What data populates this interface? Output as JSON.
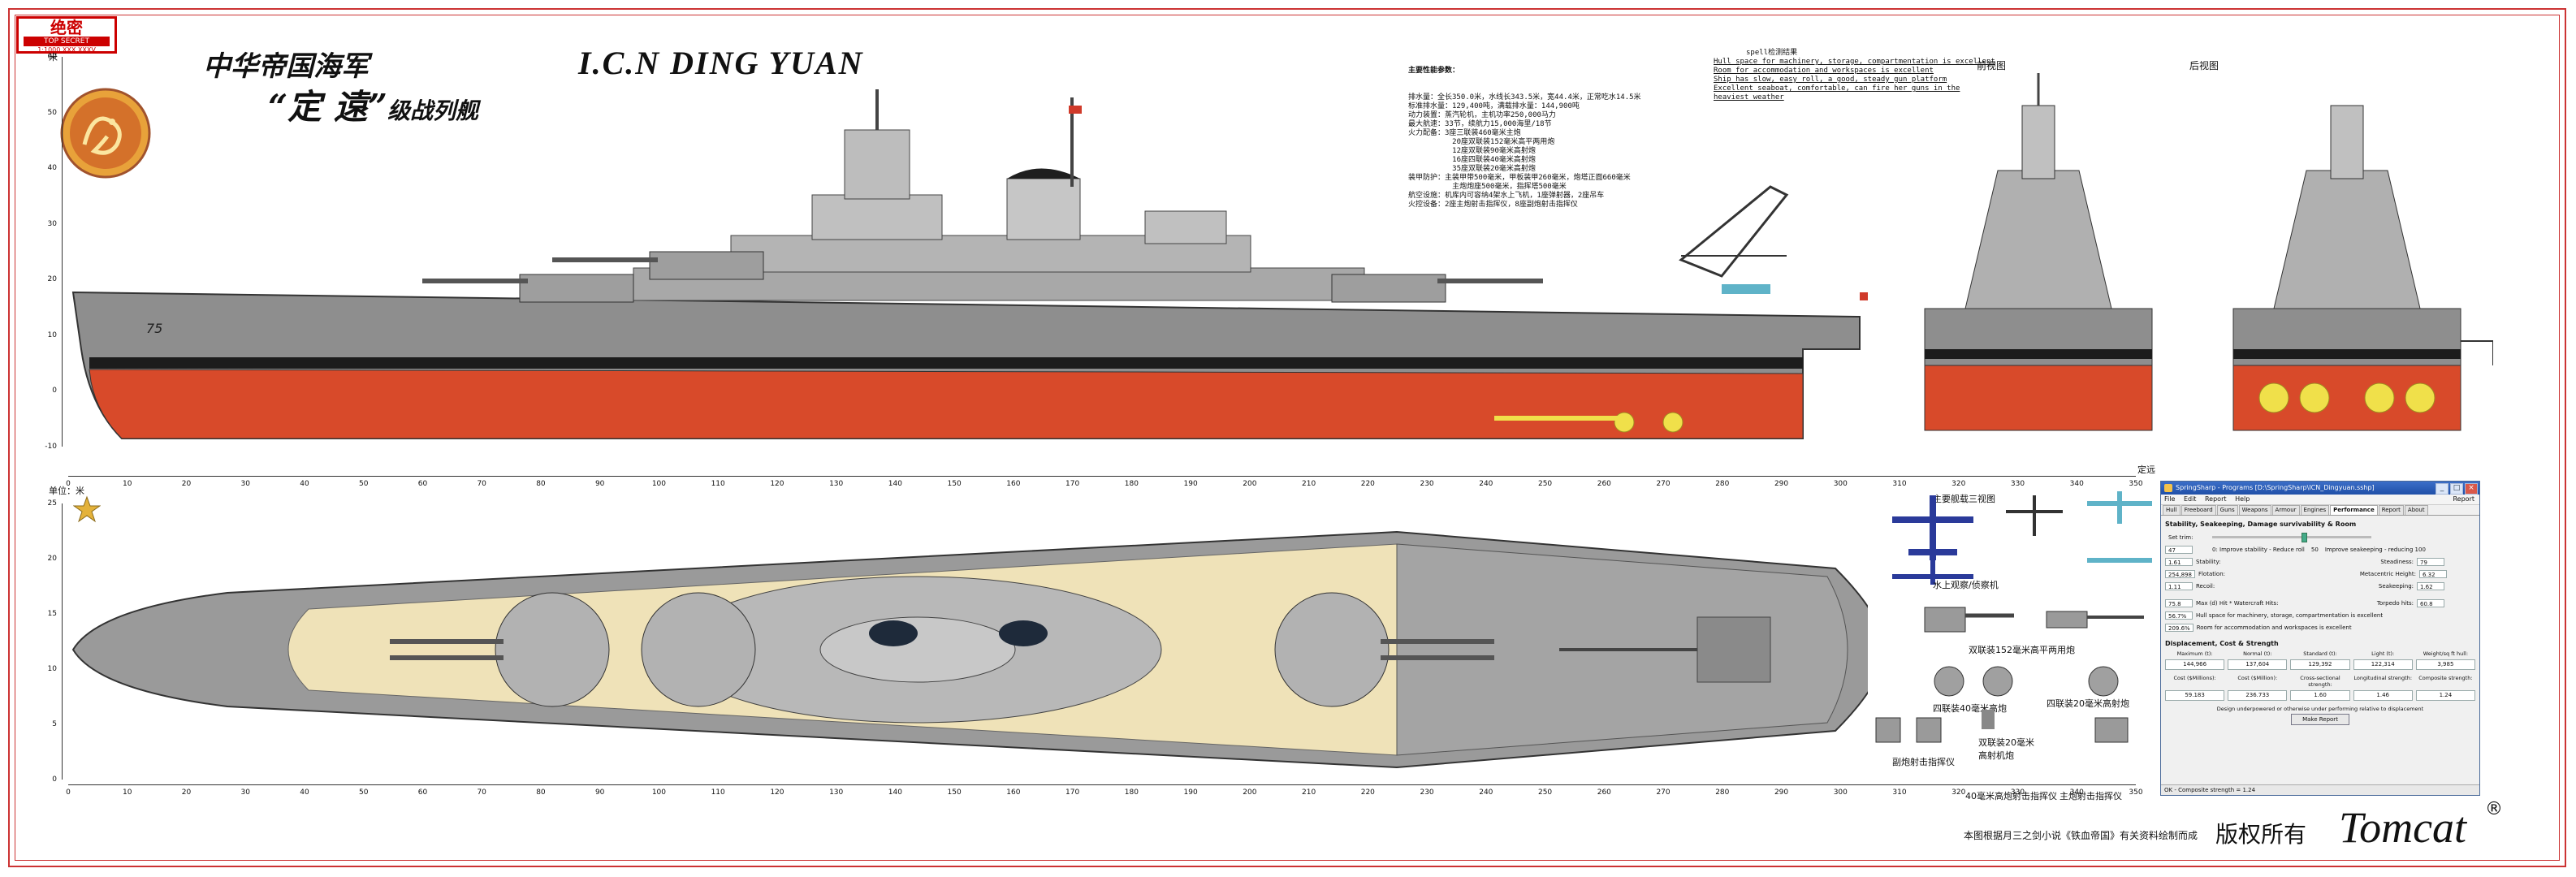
{
  "stamp": {
    "big": "绝密",
    "mid": "TOP SECRET",
    "small": "1:1000 XXX.XXXV"
  },
  "title": {
    "cn": "中华帝国海军",
    "en": "I.C.N  DING YUAN",
    "class_name": "“定 遠”",
    "class_suffix": "级战列舰"
  },
  "specs": {
    "head": "主要性能参数：",
    "lines": [
      "排水量：全长350.0米，水线长343.5米，宽44.4米，正常吃水14.5米",
      "标准排水量：129,400吨，满载排水量：144,900吨",
      "动力装置：蒸汽轮机，主机功率250,000马力",
      "最大航速：33节，续航力15,000海里/18节",
      "火力配备：3座三联装460毫米主炮",
      "          20座双联装152毫米高平两用炮",
      "          12座双联装90毫米高射炮",
      "          16座四联装40毫米高射炮",
      "          35座双联装20毫米高射炮",
      "装甲防护：主装甲带500毫米，甲板装甲260毫米，炮塔正面660毫米",
      "          主炮炮座500毫米，指挥塔500毫米",
      "航空设施：机库内可容纳4架水上飞机，1座弹射器，2座吊车",
      "火控设备：2座主炮射击指挥仪，8座副炮射击指挥仪"
    ]
  },
  "notes": {
    "head": "spell检测结果",
    "lines": [
      "Hull space for machinery, storage, compartmentation is excellent",
      "Room for accommodation and workspaces is excellent",
      "Ship has slow, easy roll, a good, steady gun platform",
      "Excellent seaboat, comfortable, can fire her guns in the",
      "heaviest weather"
    ]
  },
  "views": {
    "front": "前视图",
    "rear": "后视图",
    "ship_number": "75",
    "aircraft_3view": "主要舰载三视图",
    "seaplane": "水上观察/侦察机",
    "twin152": "双联装152毫米高平两用炮",
    "quad40": "四联装40毫米高炮",
    "quad20": "四联装20毫米高射炮",
    "twin20": "双联装20毫米\n高射机炮",
    "fc_director": "副炮射击指挥仪",
    "fc40": "40毫米高炮射击指挥仪",
    "fc_main": "主炮射击指挥仪",
    "scale_mark": "定远",
    "scale_unit": "米",
    "scale_unit2": "单位：米"
  },
  "ruler_top": [
    "0",
    "10",
    "20",
    "30",
    "40",
    "50",
    "60",
    "70",
    "80",
    "90",
    "100",
    "110",
    "120",
    "130",
    "140",
    "150",
    "160",
    "170",
    "180",
    "190",
    "200",
    "210",
    "220",
    "230",
    "240",
    "250",
    "260",
    "270",
    "280",
    "290",
    "300",
    "310",
    "320",
    "330",
    "340",
    "350"
  ],
  "ruler_bottom": [
    "0",
    "10",
    "20",
    "30",
    "40",
    "50",
    "60",
    "70",
    "80",
    "90",
    "100",
    "110",
    "120",
    "130",
    "140",
    "150",
    "160",
    "170",
    "180",
    "190",
    "200",
    "210",
    "220",
    "230",
    "240",
    "250",
    "260",
    "270",
    "280",
    "290",
    "300",
    "310",
    "320",
    "330",
    "340",
    "350"
  ],
  "vscale_top": [
    "60",
    "50",
    "40",
    "30",
    "20",
    "10",
    "0",
    "-10"
  ],
  "vscale_bottom": [
    "25",
    "20",
    "15",
    "10",
    "5",
    "0"
  ],
  "software": {
    "title": "SpringSharp - Programs [D:\\SpringSharp\\ICN_Dingyuan.sshp]",
    "menu": [
      "File",
      "Edit",
      "Report",
      "Help"
    ],
    "report_btn": "Report",
    "tabs": [
      "Hull",
      "Freeboard",
      "Guns",
      "Weapons",
      "Armour",
      "Engines",
      "Performance",
      "Report",
      "About"
    ],
    "active_tab": "Performance",
    "stability_title": "Stability, Seakeeping, Damage survivability & Room",
    "set_trim": "Set trim:",
    "trim_value": "47",
    "trim_left": "0: Improve stability - Reduce roll",
    "trim_mid": "50",
    "trim_right": "Improve seakeeping - reducing 100",
    "stab_rows": [
      {
        "v1": "1.61",
        "l1": "Stability:",
        "l2": "Steadiness:",
        "v2": "79"
      },
      {
        "v1": "254,898",
        "l1": "Flotation:",
        "l2": "Metacentric Height:",
        "v2": "6.32"
      },
      {
        "v1": "1.11",
        "l1": "Recoil:",
        "l2": "Seakeeping:",
        "v2": "1.62"
      }
    ],
    "room_rows": [
      {
        "v1": "75.8",
        "l1": "Max (d) Hit * Watercraft Hits:",
        "l2": "Torpedo hits:",
        "v2": "60.8"
      },
      {
        "v1": "56.7%",
        "l1": "Hull space for machinery, storage, compartmentation is excellent",
        "l2": "",
        "v2": ""
      },
      {
        "v1": "209.6%",
        "l1": "Room for accommodation and workspaces is excellent",
        "l2": "",
        "v2": ""
      }
    ],
    "disp_title": "Displacement, Cost & Strength",
    "disp_headers": [
      "Maximum (t):",
      "Normal (t):",
      "Standard (t):",
      "Light (t):",
      "Weight/sq ft hull:"
    ],
    "disp_values": [
      "144,966",
      "137,604",
      "129,392",
      "122,314",
      "3,985"
    ],
    "cost_headers": [
      "Cost ($Millions):",
      "Cost ($Million):",
      "Cross-sectional strength:",
      "Longitudinal strength:",
      "Composite strength:"
    ],
    "cost_values": [
      "59.183",
      "236.733",
      "1.60",
      "1.46",
      "1.24"
    ],
    "design_note": "Design underpowered or otherwise under performing relative to displacement",
    "make_report": "Make Report",
    "status": "OK - Composite strength = 1.24"
  },
  "footer": {
    "note": "本图根据月三之剑小说《铁血帝国》有关资料绘制而成",
    "copyright": "版权所有",
    "signature": "Tomcat",
    "reg": "®"
  },
  "colors": {
    "hull_grey": "#8e8e8e",
    "hull_red": "#d84a2a",
    "boot_black": "#1c1c1c",
    "deck_wood": "#efe2b8",
    "frame_red": "#cc3333"
  }
}
